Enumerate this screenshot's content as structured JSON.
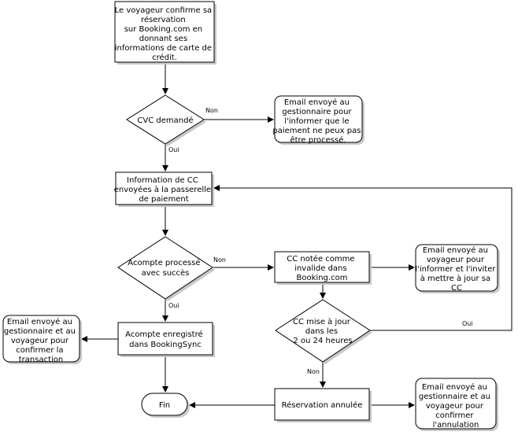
{
  "nodes": {
    "confirm": {
      "lines": [
        "Le voyageur confirme sa",
        "réservation",
        "sur Booking.com en",
        "donnant ses",
        "informations de carte de",
        "crédit."
      ]
    },
    "cvc": {
      "lines": [
        "CVC demandé"
      ]
    },
    "email_cvc": {
      "lines": [
        "Email envoyé au",
        "gestionnaire pour",
        "l'informer que le",
        "paiement ne peux pas",
        "être processé."
      ]
    },
    "cc_sent": {
      "lines": [
        "Information de CC",
        "envoyées à la passerelle",
        "de paiement"
      ]
    },
    "acompte_ok": {
      "lines": [
        "Acompte processé",
        "avec succès"
      ]
    },
    "cc_invalid": {
      "lines": [
        "CC notée comme",
        "invalide dans",
        "Booking.com"
      ]
    },
    "email_update": {
      "lines": [
        "Email envoyé au",
        "voyageur pour",
        "l'informer et l'inviter",
        "à mettre à jour sa",
        "CC"
      ]
    },
    "acompte_saved": {
      "lines": [
        "Acompte enregistré",
        "dans BookingSync"
      ]
    },
    "email_confirm": {
      "lines": [
        "Email envoyé au",
        "gestionnaire et au",
        "voyageur pour",
        "confirmer la",
        "transaction"
      ]
    },
    "cc_update": {
      "lines": [
        "CC mise à jour",
        "dans les",
        "2 ou 24 heures"
      ]
    },
    "fin": {
      "lines": [
        "Fin"
      ]
    },
    "cancelled": {
      "lines": [
        "Réservation annulée"
      ]
    },
    "email_cancel": {
      "lines": [
        "Email envoyé au",
        "gestionnaire et au",
        "voyageur pour",
        "confirmer",
        "l'annulation"
      ]
    }
  },
  "edge_labels": {
    "cvc_non": "Non",
    "cvc_oui": "Oui",
    "acompte_non": "Non",
    "acompte_oui": "Oui",
    "update_oui": "Oui",
    "update_non": "Non"
  }
}
